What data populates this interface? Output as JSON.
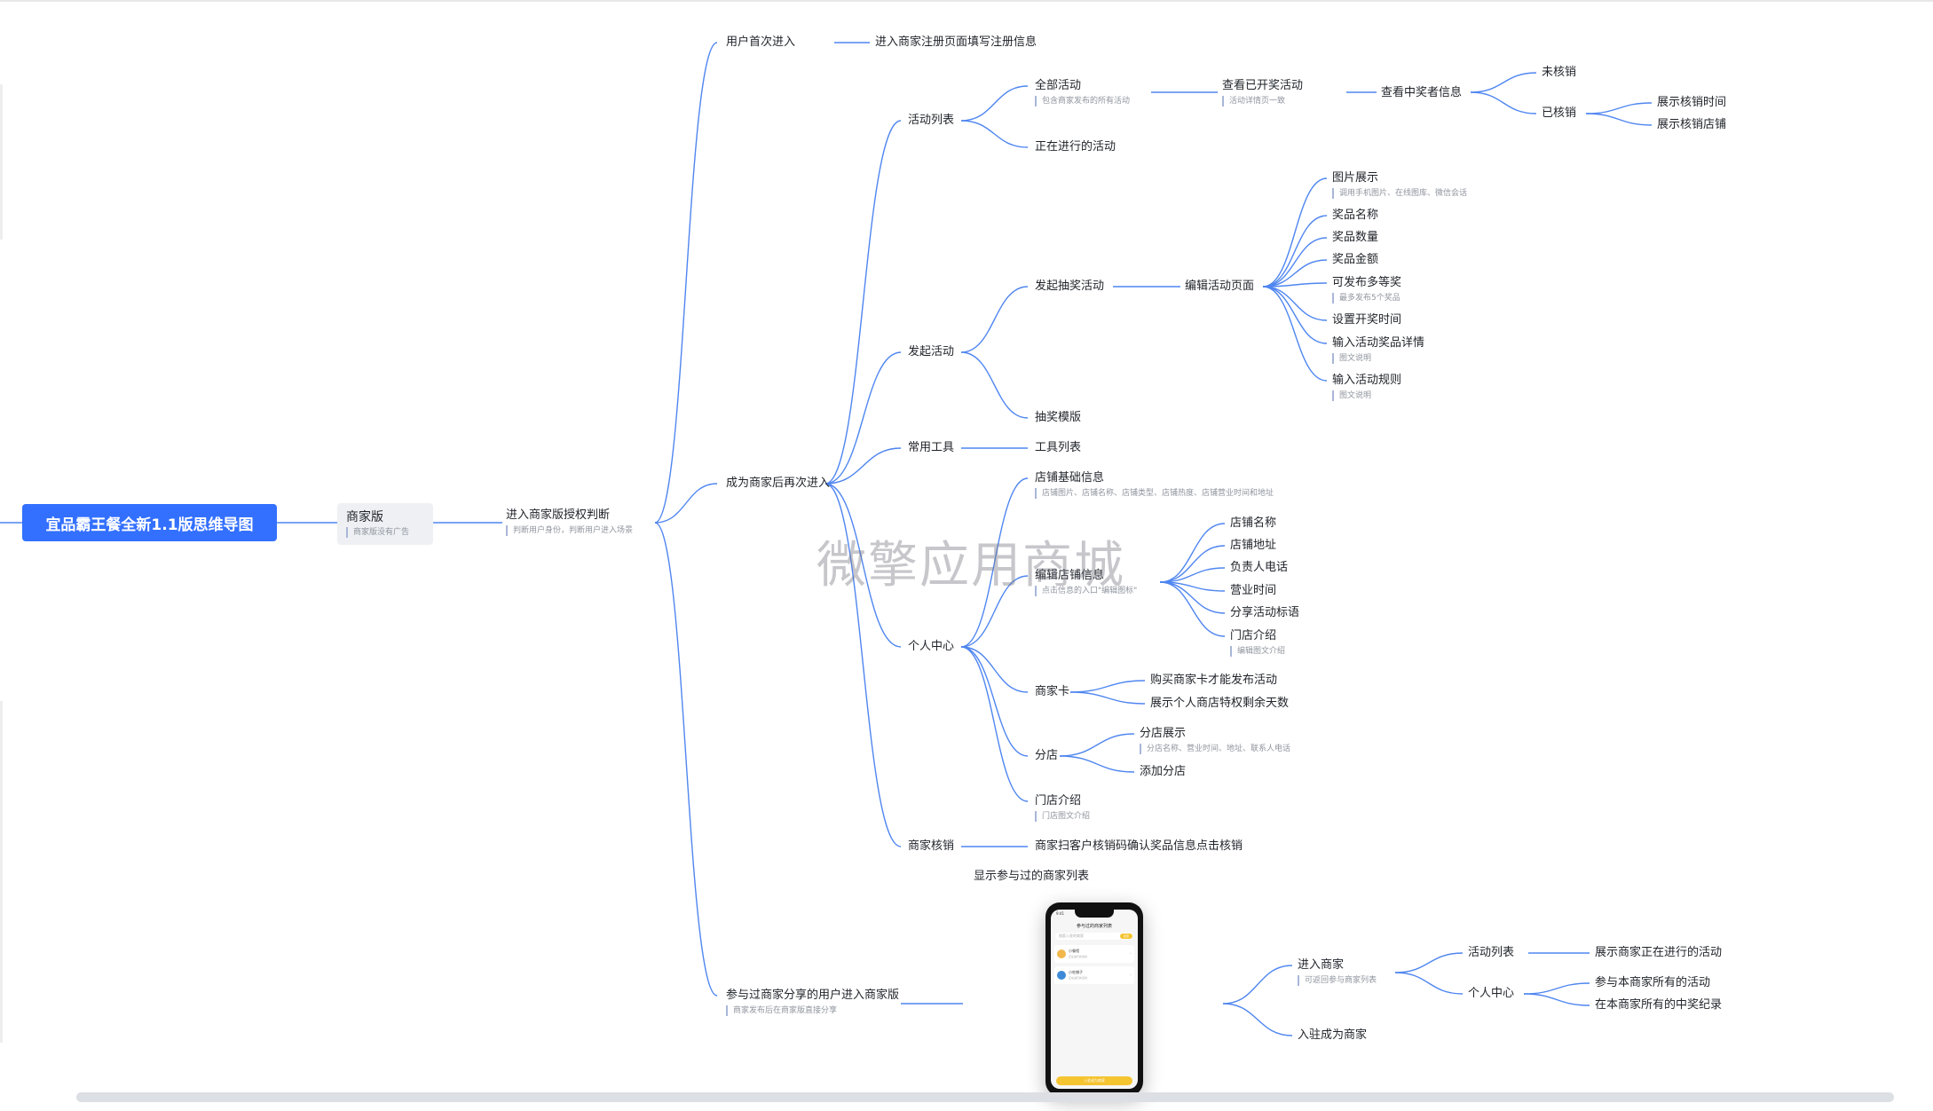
{
  "mindmap": {
    "root": "宜品霸王餐全新1.1版思维导图",
    "merchant": {
      "label": "商家版",
      "note": "商家版没有广告"
    },
    "auth": {
      "label": "进入商家版授权判断",
      "note": "判断用户身份，判断用户进入场景"
    },
    "first_visit": {
      "label": "用户首次进入",
      "child": "进入商家注册页面填写注册信息"
    },
    "returning": {
      "label": "成为商家后再次进入",
      "activity_list": {
        "label": "活动列表",
        "all": {
          "label": "全部活动",
          "note": "包含商家发布的所有活动"
        },
        "ongoing": "正在进行的活动",
        "view_drawn": {
          "label": "查看已开奖活动",
          "note": "活动详情页一致"
        },
        "view_winners": "查看中奖者信息",
        "not_redeemed": "未核销",
        "redeemed": "已核销",
        "show_time": "展示核销时间",
        "show_store": "展示核销店铺"
      },
      "launch": {
        "label": "发起活动",
        "start_draw": "发起抽奖活动",
        "edit_page": "编辑活动页面",
        "fields": [
          {
            "label": "图片展示",
            "note": "调用手机图片、在线图库、微信会话"
          },
          {
            "label": "奖品名称"
          },
          {
            "label": "奖品数量"
          },
          {
            "label": "奖品金额"
          },
          {
            "label": "可发布多等奖",
            "note": "最多发布5个奖品"
          },
          {
            "label": "设置开奖时间"
          },
          {
            "label": "输入活动奖品详情",
            "note": "图文说明"
          },
          {
            "label": "输入活动规则",
            "note": "图文说明"
          }
        ],
        "template": "抽奖模版"
      },
      "tools": {
        "label": "常用工具",
        "list": "工具列表"
      },
      "center": {
        "label": "个人中心",
        "store_basic": {
          "label": "店铺基础信息",
          "note": "店铺图片、店铺名称、店铺类型、店铺热度、店铺营业时间和地址"
        },
        "edit_store": {
          "label": "编辑店铺信息",
          "note": "点击信息的入口\"编辑图标\"",
          "items": [
            {
              "label": "店铺名称"
            },
            {
              "label": "店铺地址"
            },
            {
              "label": "负责人电话"
            },
            {
              "label": "营业时间"
            },
            {
              "label": "分享活动标语"
            },
            {
              "label": "门店介绍",
              "note": "编辑图文介绍"
            }
          ]
        },
        "card": {
          "label": "商家卡",
          "items": [
            "购买商家卡才能发布活动",
            "展示个人商店特权剩余天数"
          ]
        },
        "branch": {
          "label": "分店",
          "show": {
            "label": "分店展示",
            "note": "分店名称、营业时间、地址、联系人电话"
          },
          "add": "添加分店"
        },
        "intro": {
          "label": "门店介绍",
          "note": "门店图文介绍"
        }
      },
      "redeem": {
        "label": "商家核销",
        "child": "商家扫客户核销码确认奖品信息点击核销"
      }
    },
    "shared": {
      "label": "参与过商家分享的用户进入商家版",
      "note": "商家发布后在商家版直接分享",
      "caption": "显示参与过的商家列表",
      "enter": {
        "label": "进入商家",
        "note": "可返回参与商家列表"
      },
      "list": "活动列表",
      "list_child": "展示商家正在进行的活动",
      "center": "个人中心",
      "center_children": [
        "参与本商家所有的活动",
        "在本商家所有的中奖纪录"
      ],
      "join": "入驻成为商家"
    }
  },
  "phone": {
    "status": "9:41",
    "title": "参与过的商家列表",
    "search_placeholder": "搜索入驻的商家",
    "search_button": "搜索",
    "rows": [
      {
        "name": "小餐馆",
        "sub": "正在进行的活动"
      },
      {
        "name": "小吃铺子",
        "sub": "正在进行的活动"
      }
    ],
    "button": "入驻成为商家"
  },
  "watermark": "微擎应用商城",
  "colors": {
    "edge": "#4f86f0",
    "root_bg": "#3370ff",
    "merchant_bg": "#eef0f3"
  }
}
